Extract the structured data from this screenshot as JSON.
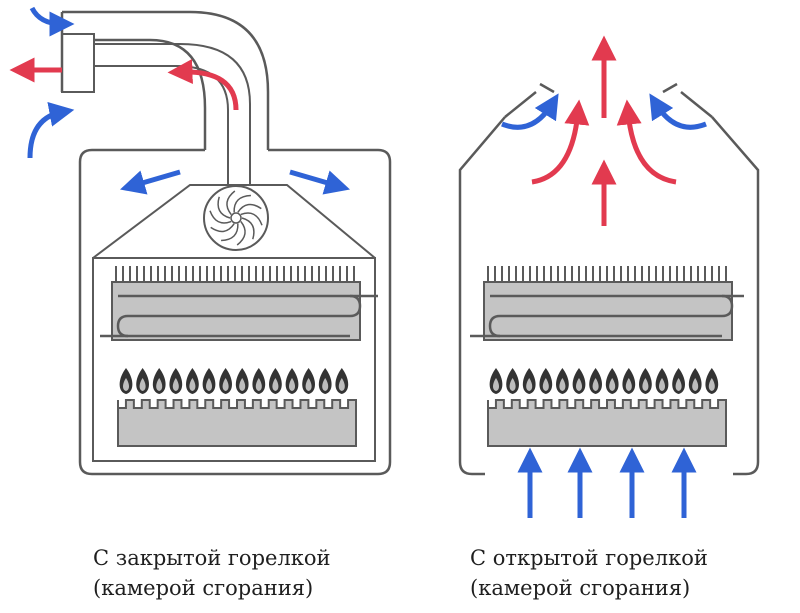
{
  "captions": {
    "closed": {
      "line1": "С закрытой горелкой",
      "line2": "(камерой сгорания)"
    },
    "open": {
      "line1": "С открытой горелкой",
      "line2": "(камерой сгорания)"
    }
  },
  "colors": {
    "outline": "#5a5a5a",
    "panel_fill": "#c4c4c4",
    "flue_gas_arrow": "#e23a4f",
    "air_arrow": "#2f63d6",
    "flame_outer": "#333333",
    "flame_inner": "#bdbdbd"
  },
  "icons": [
    "fan-icon",
    "flame-icon",
    "arrow-icon",
    "heat-exchanger-icon",
    "burner-icon"
  ]
}
